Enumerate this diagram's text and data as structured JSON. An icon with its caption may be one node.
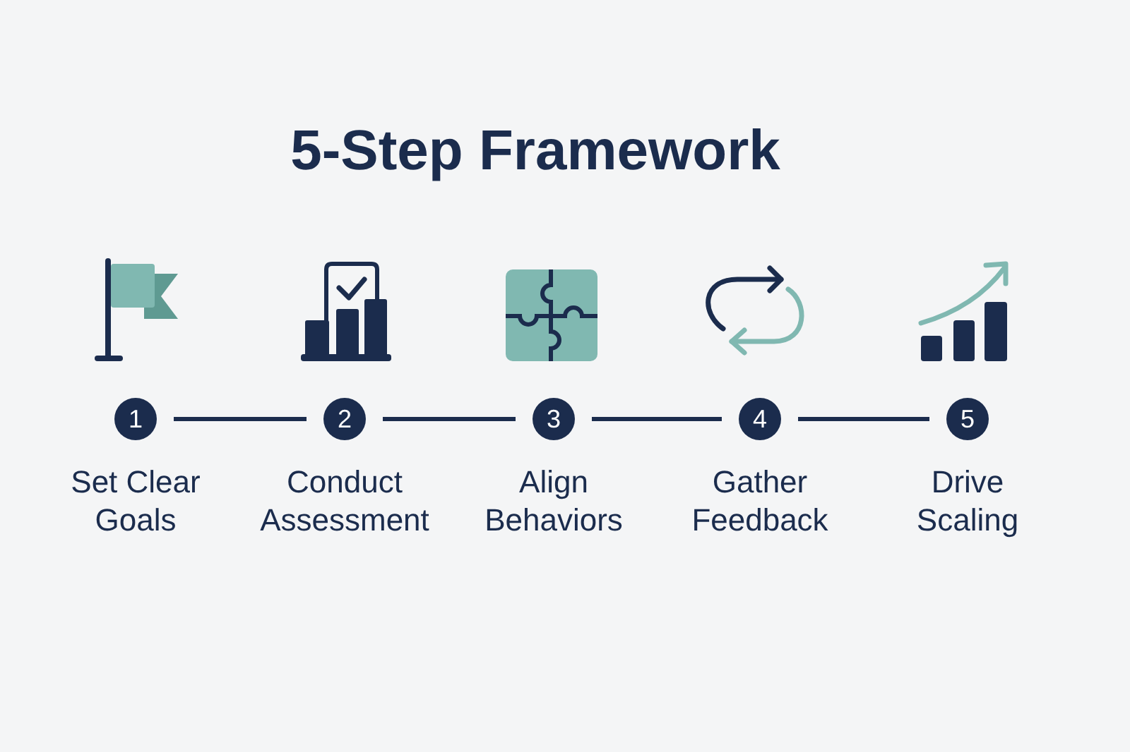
{
  "diagram": {
    "title": "5-Step Framework",
    "nodes": [
      {
        "text": [
          "1"
        ],
        "beside": [
          "Set Clear Goals"
        ]
      },
      {
        "text": [
          "2"
        ],
        "beside": [
          "Conduct Assessment"
        ]
      },
      {
        "text": [
          "3"
        ],
        "beside": [
          "Align Behaviors"
        ]
      },
      {
        "text": [
          "4"
        ],
        "beside": [
          "Gather Feedback"
        ]
      },
      {
        "text": [
          "5"
        ],
        "beside": [
          "Drive Scaling"
        ]
      }
    ],
    "edges": [
      {
        "from": 0,
        "to": 1,
        "arrow": "none"
      },
      {
        "from": 1,
        "to": 2,
        "arrow": "none"
      },
      {
        "from": 2,
        "to": 3,
        "arrow": "none"
      },
      {
        "from": 3,
        "to": 4,
        "arrow": "none"
      }
    ]
  }
}
